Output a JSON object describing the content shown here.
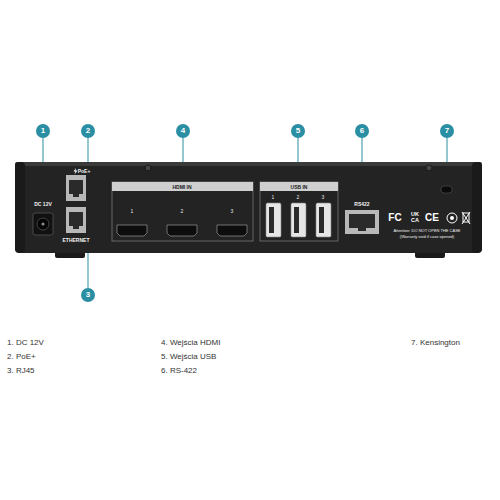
{
  "diagram": {
    "labels": [
      "1",
      "2",
      "4",
      "5",
      "6",
      "7",
      "PoE+",
      "DC 12V",
      "HDMI IN",
      "USB IN",
      "1",
      "2",
      "3",
      "RS422",
      "1",
      "2",
      "3",
      "FC",
      "UK",
      "CA",
      "CE",
      "Attention: DO NOT OPEN THE CASE",
      "(Warranty void if case opened)",
      "ETHERNET",
      "3",
      "1. DC 12V",
      "4. Wejścia HDMI",
      "7. Kensington",
      "2. PoE+",
      "5. Wejścia USB",
      "3. RJ45",
      "6. RS-422"
    ]
  }
}
